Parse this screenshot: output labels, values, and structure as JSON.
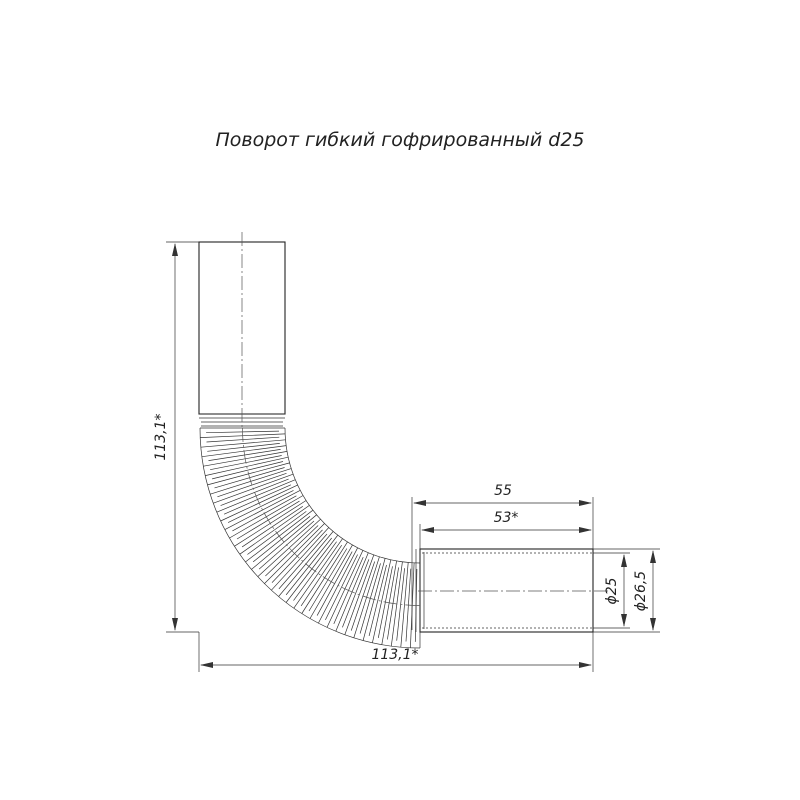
{
  "title": "Поворот гибкий гофрированный d25",
  "dimensions": {
    "height_total": "113,1*",
    "width_total": "113,1*",
    "socket_length_outer": "55",
    "socket_length_inner": "53*",
    "diameter_inner": "ϕ25",
    "diameter_outer": "ϕ26,5"
  }
}
